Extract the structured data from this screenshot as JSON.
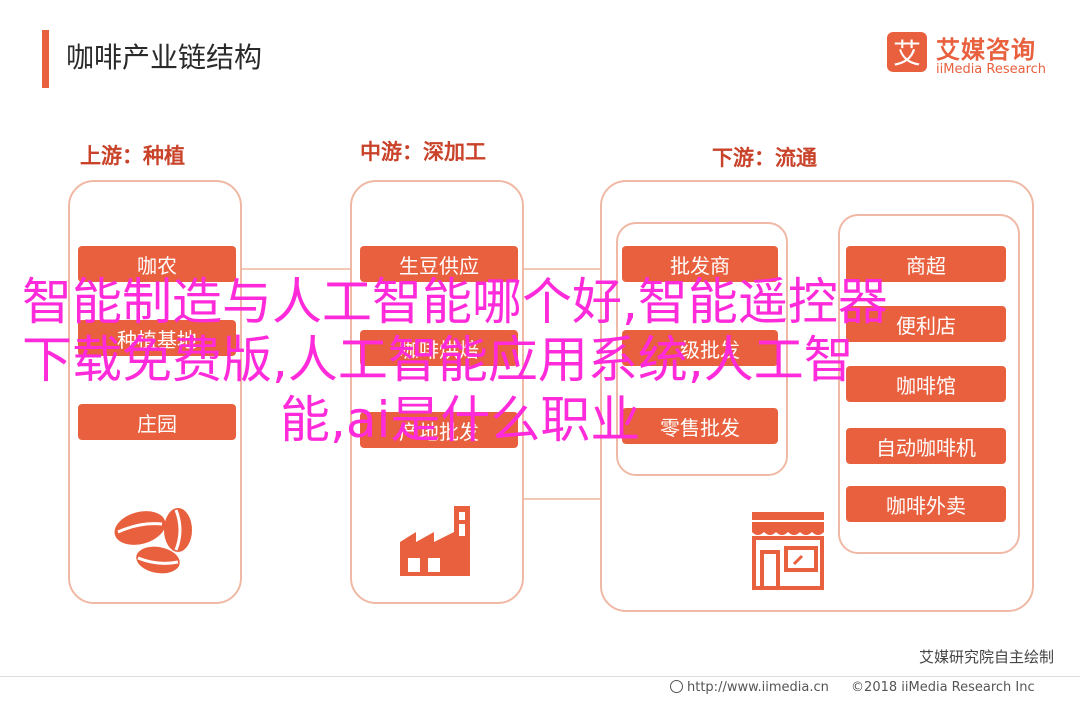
{
  "header": {
    "title": "咖啡产业链结构",
    "logo_mark": "艾",
    "logo_name": "艾媒咨询",
    "logo_en": "iiMedia Research"
  },
  "diagram": {
    "upstream": {
      "label": "上游：种植",
      "items": [
        "咖农",
        "种植基地",
        "庄园"
      ]
    },
    "midstream": {
      "label": "中游：深加工",
      "items": [
        "生豆供应",
        "咖啡烘焙",
        "产地批发"
      ]
    },
    "downstream": {
      "label": "下游：流通",
      "wholesale": [
        "批发商",
        "二级批发",
        "零售批发"
      ],
      "retail": [
        "商超",
        "便利店",
        "咖啡馆",
        "自动咖啡机",
        "咖啡外卖"
      ]
    },
    "icons": [
      "coffee-beans-icon",
      "factory-icon",
      "shop-icon"
    ]
  },
  "overlay": {
    "line1": "智能制造与人工智能哪个好,智能遥控器",
    "line2": "下载免费版,人工智能应用系统,人工智",
    "line3": "能,ai是什么职业"
  },
  "source_note": "艾媒研究院自主绘制",
  "footer": {
    "url": "http://www.iimedia.cn",
    "copyright": "©2018  iiMedia Research  Inc"
  },
  "colors": {
    "accent": "#e8603e",
    "panel_border": "#efb9a5",
    "overlay_text": "#ff2ad9"
  }
}
